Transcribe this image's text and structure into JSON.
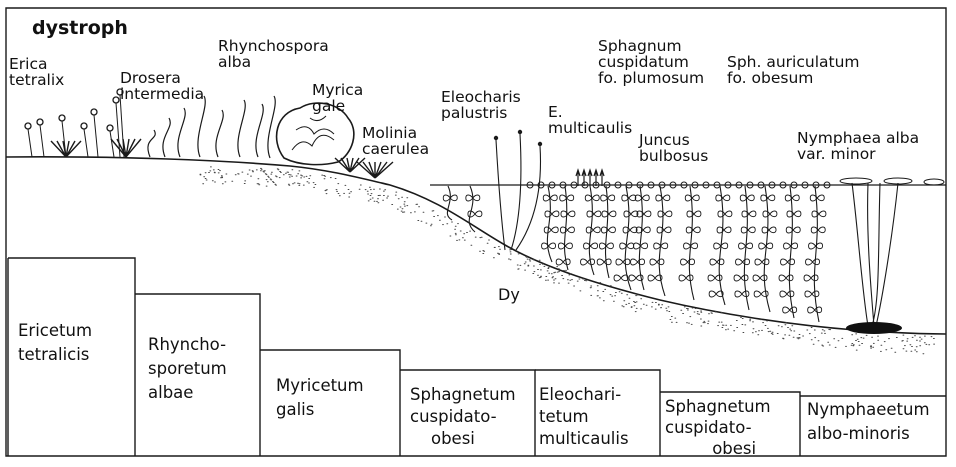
{
  "title": "dystroph",
  "sediment_label": "Dy",
  "species": [
    {
      "id": "erica",
      "text": "Erica\ntetralix"
    },
    {
      "id": "drosera",
      "text": "Drosera\nintermedia"
    },
    {
      "id": "rhynchospora",
      "text": "Rhynchospora\nalba"
    },
    {
      "id": "myrica",
      "text": "Myrica\ngale"
    },
    {
      "id": "molinia",
      "text": "Molinia\ncaerulea"
    },
    {
      "id": "eleocharis",
      "text": "Eleocharis\npalustris"
    },
    {
      "id": "e-multicaulis",
      "text": "E.\nmulticaulis"
    },
    {
      "id": "sphagnum-cuspidatum",
      "text": "Sphagnum\ncuspidatum\nfo. plumosum"
    },
    {
      "id": "sph-auriculatum",
      "text": "Sph. auriculatum\nfo. obesum"
    },
    {
      "id": "juncus",
      "text": "Juncus\nbulbosus"
    },
    {
      "id": "nymphaea",
      "text": "Nymphaea alba\nvar. minor"
    }
  ],
  "zones": [
    {
      "id": "ericetum",
      "text": "Ericetum\ntetralicis"
    },
    {
      "id": "rhynchosporetum",
      "text": "Rhyncho-\nsporetum\nalbae"
    },
    {
      "id": "myricetum",
      "text": "Myricetum\ngalis"
    },
    {
      "id": "sphagnetum-1",
      "text": "Sphagnetum\ncuspidato-\n    obesi"
    },
    {
      "id": "eleocharitetum",
      "text": "Eleochari-\ntetum\nmulticaulis"
    },
    {
      "id": "sphagnetum-2",
      "text": "Sphagnetum\ncuspidato-\n         obesi"
    },
    {
      "id": "nymphaeetum",
      "text": "Nymphaeetum\nalbo-minoris"
    }
  ]
}
